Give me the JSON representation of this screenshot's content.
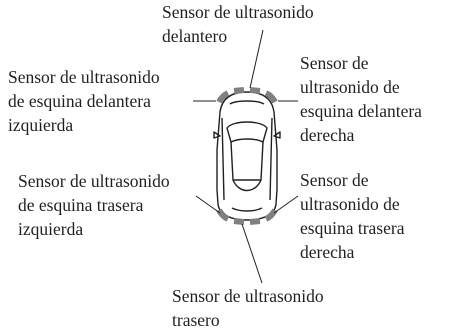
{
  "labels": {
    "front": [
      "Sensor de ultrasonido",
      "delantero"
    ],
    "front_left": [
      "Sensor de ultrasonido",
      "de esquina delantera",
      "izquierda"
    ],
    "front_right": [
      "Sensor de",
      "ultrasonido de",
      "esquina delantera",
      "derecha"
    ],
    "rear_left": [
      "Sensor de ultrasonido",
      "de esquina trasera",
      "izquierda"
    ],
    "rear_right": [
      "Sensor de",
      "ultrasonido de",
      "esquina trasera",
      "derecha"
    ],
    "rear": [
      "Sensor de ultrasonido",
      "trasero"
    ]
  },
  "colors": {
    "text": "#231f20",
    "sensor": "#808080",
    "outline": "#231f20"
  }
}
